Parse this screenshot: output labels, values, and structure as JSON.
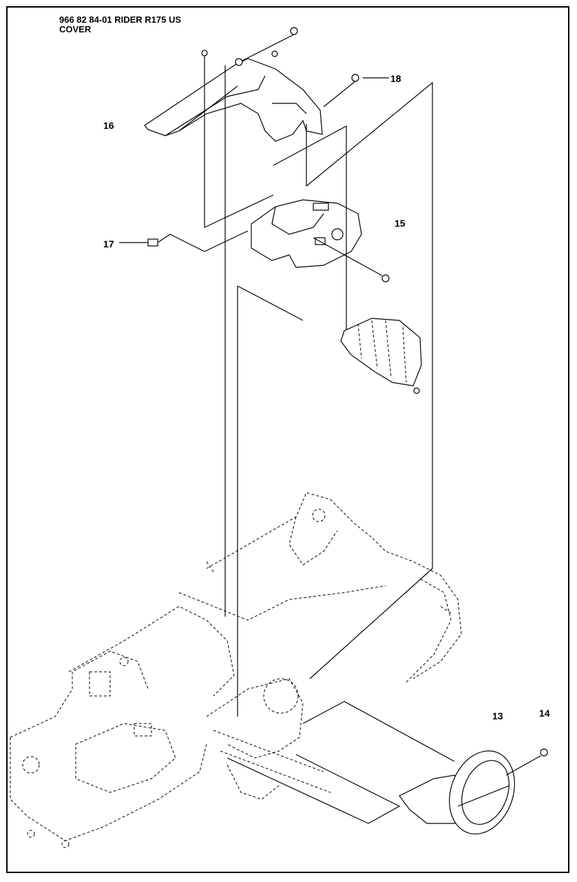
{
  "header": {
    "line1": "966 82 84-01 RIDER R175 US",
    "line2": "COVER"
  },
  "callouts": {
    "c13": "13",
    "c14": "14",
    "c15": "15",
    "c16": "16",
    "c17": "17",
    "c18": "18"
  }
}
